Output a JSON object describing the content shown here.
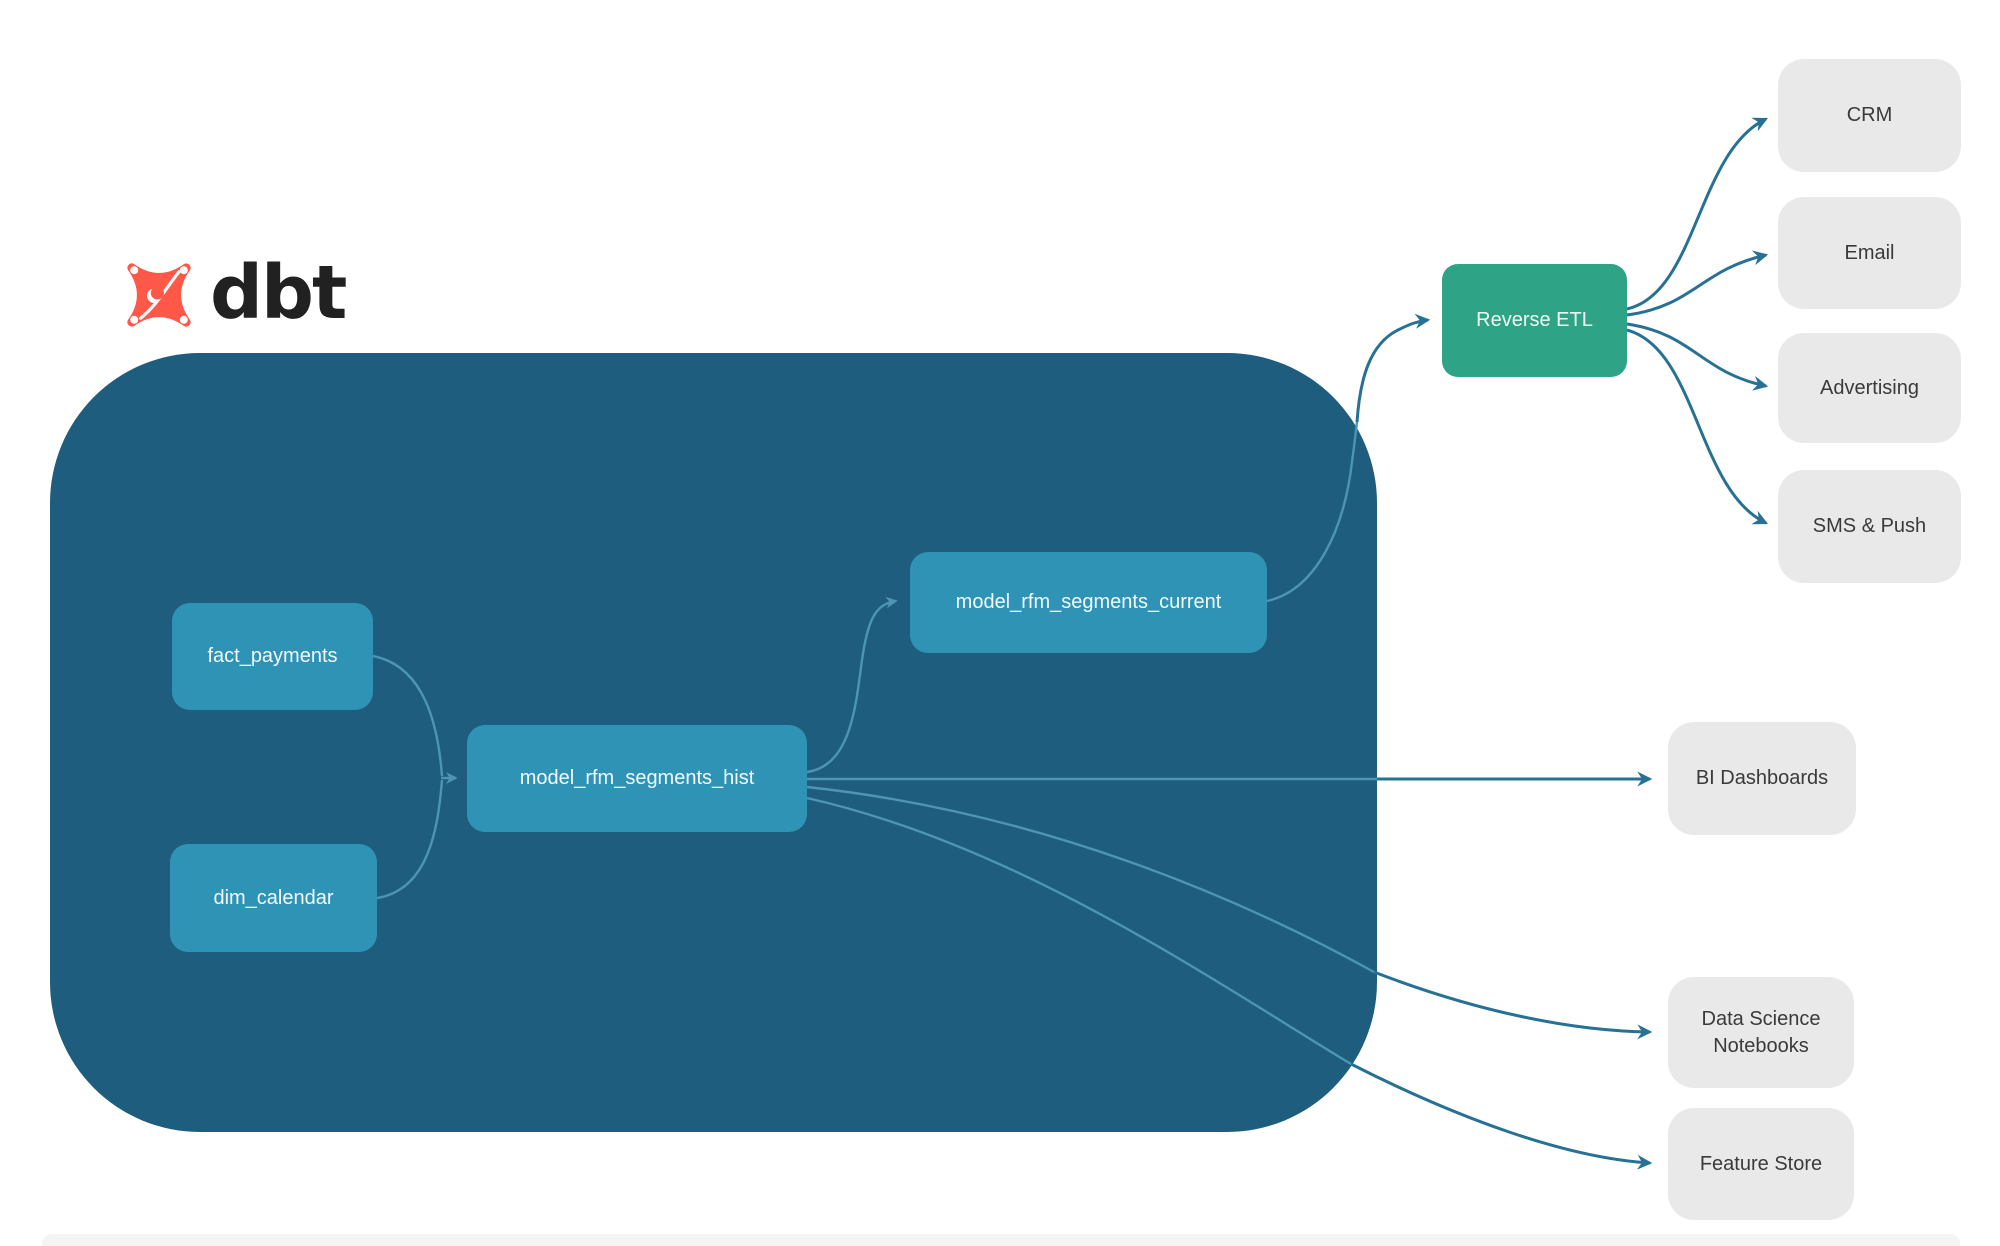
{
  "logo": {
    "brand": "dbt",
    "icon": "dbt-star-icon"
  },
  "colors": {
    "warehouse_bg": "#1e5d7d",
    "model_node": "#2f93b5",
    "reverse_etl_node": "#2ea386",
    "destination_node": "#e9e9e9",
    "edge_outside": "#277194",
    "edge_inside": "#4e94b4",
    "logo_orange": "#ff5849",
    "text_dark": "#3a3a3a"
  },
  "nodes": {
    "fact_payments": {
      "label": "fact_payments"
    },
    "dim_calendar": {
      "label": "dim_calendar"
    },
    "model_rfm_segments_hist": {
      "label": "model_rfm_segments_hist"
    },
    "model_rfm_segments_current": {
      "label": "model_rfm_segments_current"
    },
    "reverse_etl": {
      "label": "Reverse ETL"
    },
    "crm": {
      "label": "CRM"
    },
    "email": {
      "label": "Email"
    },
    "advertising": {
      "label": "Advertising"
    },
    "sms_push": {
      "label": "SMS & Push"
    },
    "bi_dashboards": {
      "label": "BI Dashboards"
    },
    "data_science_notebooks": {
      "label": "Data Science Notebooks"
    },
    "feature_store": {
      "label": "Feature Store"
    }
  },
  "edges": [
    {
      "from": "fact_payments",
      "to": "model_rfm_segments_hist"
    },
    {
      "from": "dim_calendar",
      "to": "model_rfm_segments_hist"
    },
    {
      "from": "model_rfm_segments_hist",
      "to": "model_rfm_segments_current"
    },
    {
      "from": "model_rfm_segments_current",
      "to": "reverse_etl"
    },
    {
      "from": "reverse_etl",
      "to": "crm"
    },
    {
      "from": "reverse_etl",
      "to": "email"
    },
    {
      "from": "reverse_etl",
      "to": "advertising"
    },
    {
      "from": "reverse_etl",
      "to": "sms_push"
    },
    {
      "from": "model_rfm_segments_hist",
      "to": "bi_dashboards"
    },
    {
      "from": "model_rfm_segments_hist",
      "to": "data_science_notebooks"
    },
    {
      "from": "model_rfm_segments_hist",
      "to": "feature_store"
    }
  ]
}
